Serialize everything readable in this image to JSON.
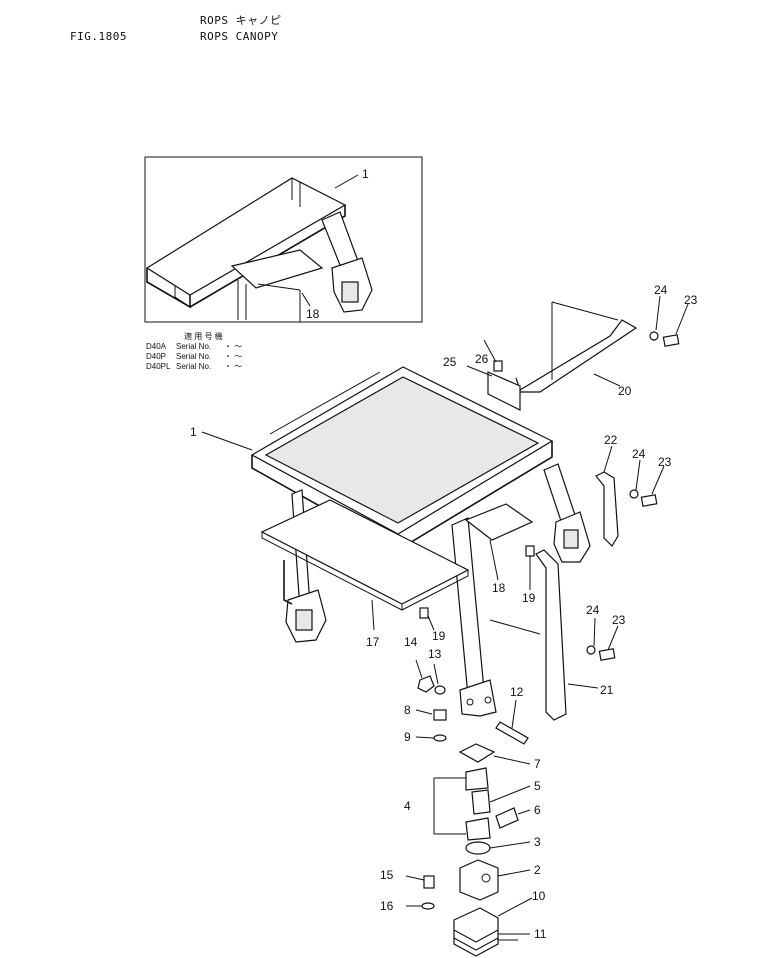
{
  "header": {
    "fig_no": "FIG.1805",
    "title_jp": "ROPS キャノピ",
    "title_en": "ROPS CANOPY"
  },
  "serial_table": {
    "heading": "適 用 号 機",
    "rows": [
      {
        "model": "D40A",
        "label": "Serial No.",
        "range": "・ ～"
      },
      {
        "model": "D40P",
        "label": "Serial No.",
        "range": "・ ～"
      },
      {
        "model": "D40PL",
        "label": "Serial No.",
        "range": "・ ～"
      }
    ]
  },
  "callouts": {
    "c1_inset": "1",
    "c18_inset": "18",
    "c1": "1",
    "c2": "2",
    "c3": "3",
    "c4": "4",
    "c5": "5",
    "c6": "6",
    "c7": "7",
    "c8": "8",
    "c9": "9",
    "c10": "10",
    "c11": "11",
    "c12": "12",
    "c13": "13",
    "c14": "14",
    "c15": "15",
    "c16": "16",
    "c17": "17",
    "c18": "18",
    "c19a": "19",
    "c19b": "19",
    "c20": "20",
    "c21": "21",
    "c22": "22",
    "c23a": "23",
    "c23b": "23",
    "c23c": "23",
    "c24a": "24",
    "c24b": "24",
    "c24c": "24",
    "c25": "25",
    "c26": "26"
  }
}
